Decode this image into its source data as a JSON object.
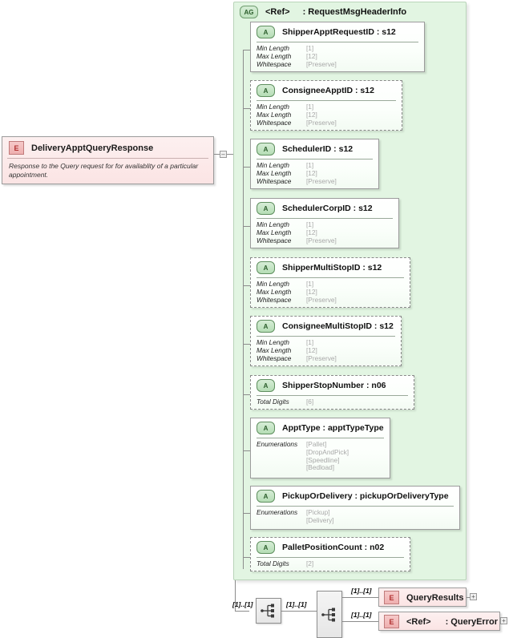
{
  "diagram": {
    "type": "xml-schema-element-diagram",
    "root_element": {
      "badge": "E",
      "badge_name": "element-icon",
      "name": "DeliveryApptQueryResponse",
      "description": "Response to the Query request for for availablity of a particular appointment.",
      "expand_symbol": "–"
    },
    "attribute_group": {
      "badge": "AG",
      "badge_name": "attribute-group-icon",
      "ref_label": "<Ref>",
      "type_label": ": RequestMsgHeaderInfo",
      "attributes": [
        {
          "badge": "A",
          "name": "ShipperApptRequestID : s12",
          "optional": false,
          "facets": [
            {
              "label": "Min Length",
              "values": [
                "[1]"
              ]
            },
            {
              "label": "Max Length",
              "values": [
                "[12]"
              ]
            },
            {
              "label": "Whitespace",
              "values": [
                "[Preserve]"
              ]
            }
          ]
        },
        {
          "badge": "A",
          "name": "ConsigneeApptID : s12",
          "optional": true,
          "facets": [
            {
              "label": "Min Length",
              "values": [
                "[1]"
              ]
            },
            {
              "label": "Max Length",
              "values": [
                "[12]"
              ]
            },
            {
              "label": "Whitespace",
              "values": [
                "[Preserve]"
              ]
            }
          ]
        },
        {
          "badge": "A",
          "name": "SchedulerID : s12",
          "optional": false,
          "facets": [
            {
              "label": "Min Length",
              "values": [
                "[1]"
              ]
            },
            {
              "label": "Max Length",
              "values": [
                "[12]"
              ]
            },
            {
              "label": "Whitespace",
              "values": [
                "[Preserve]"
              ]
            }
          ]
        },
        {
          "badge": "A",
          "name": "SchedulerCorpID : s12",
          "optional": false,
          "facets": [
            {
              "label": "Min Length",
              "values": [
                "[1]"
              ]
            },
            {
              "label": "Max Length",
              "values": [
                "[12]"
              ]
            },
            {
              "label": "Whitespace",
              "values": [
                "[Preserve]"
              ]
            }
          ]
        },
        {
          "badge": "A",
          "name": "ShipperMultiStopID : s12",
          "optional": true,
          "facets": [
            {
              "label": "Min Length",
              "values": [
                "[1]"
              ]
            },
            {
              "label": "Max Length",
              "values": [
                "[12]"
              ]
            },
            {
              "label": "Whitespace",
              "values": [
                "[Preserve]"
              ]
            }
          ]
        },
        {
          "badge": "A",
          "name": "ConsigneeMultiStopID : s12",
          "optional": true,
          "facets": [
            {
              "label": "Min Length",
              "values": [
                "[1]"
              ]
            },
            {
              "label": "Max Length",
              "values": [
                "[12]"
              ]
            },
            {
              "label": "Whitespace",
              "values": [
                "[Preserve]"
              ]
            }
          ]
        },
        {
          "badge": "A",
          "name": "ShipperStopNumber : n06",
          "optional": true,
          "facets": [
            {
              "label": "Total Digits",
              "values": [
                "[6]"
              ]
            }
          ]
        },
        {
          "badge": "A",
          "name": "ApptType : apptTypeType",
          "optional": false,
          "facets": [
            {
              "label": "Enumerations",
              "values": [
                "[Pallet]",
                "[DropAndPick]",
                "[Speedline]",
                "[Bedload]"
              ]
            }
          ]
        },
        {
          "badge": "A",
          "name": "PickupOrDelivery : pickupOrDeliveryType",
          "optional": false,
          "facets": [
            {
              "label": "Enumerations",
              "values": [
                "[Pickup]",
                "[Delivery]"
              ]
            }
          ]
        },
        {
          "badge": "A",
          "name": "PalletPositionCount : n02",
          "optional": true,
          "facets": [
            {
              "label": "Total Digits",
              "values": [
                "[2]"
              ]
            }
          ]
        }
      ]
    },
    "compositors": [
      {
        "name": "sequence-outer",
        "icon": "sequence-icon",
        "cardinality_in": "[1]..[1]"
      },
      {
        "name": "sequence-inner",
        "icon": "sequence-icon",
        "cardinality_in": "[1]..[1]"
      }
    ],
    "child_elements": [
      {
        "badge": "E",
        "ref_label": "",
        "name": "QueryResults",
        "cardinality": "[1]..[1]",
        "expand_symbol": "+"
      },
      {
        "badge": "E",
        "ref_label": "<Ref>",
        "name": ": QueryError",
        "cardinality": "[1]..[1]",
        "expand_symbol": "+"
      }
    ],
    "colors": {
      "element_fill": "#fbe4e4",
      "element_border": "#9b9b9b",
      "element_badge": "#b03030",
      "group_fill": "#e2f5e2",
      "attribute_badge": "#2a5c2a",
      "line": "#8c8c8c",
      "facet_value": "#a8a8a8"
    }
  }
}
